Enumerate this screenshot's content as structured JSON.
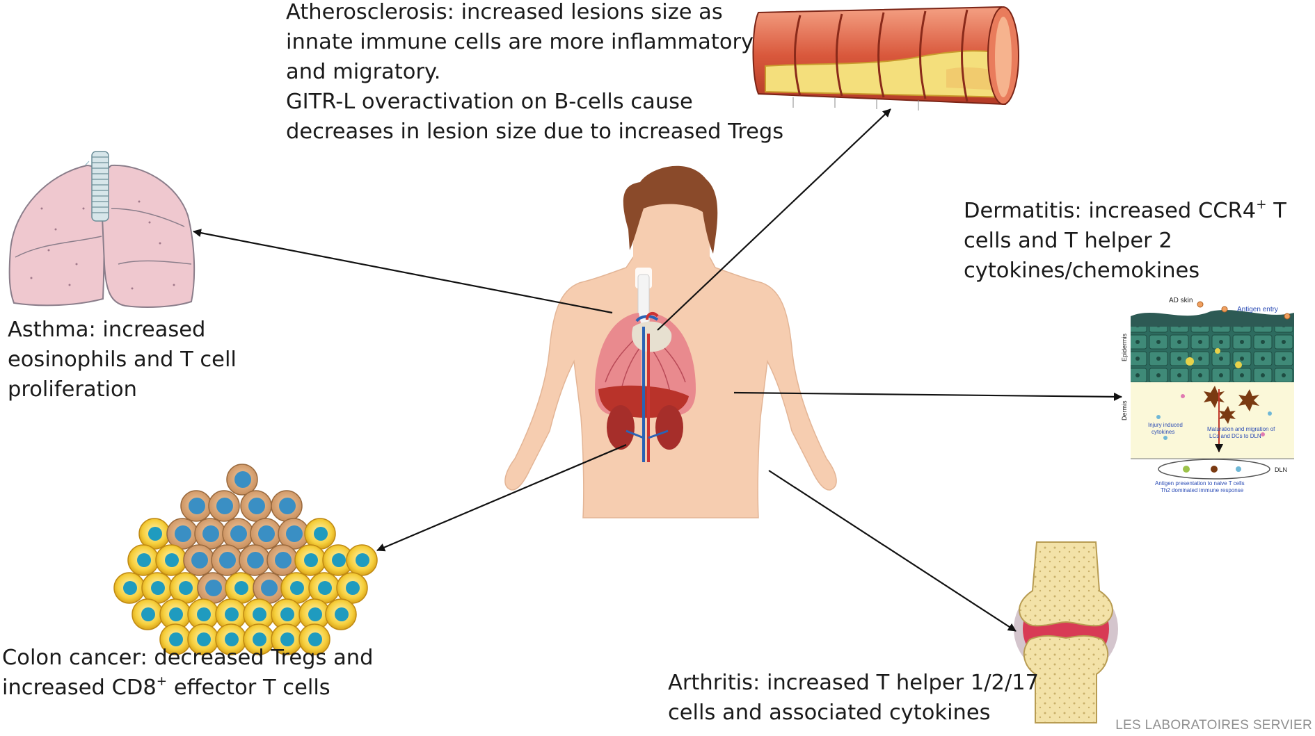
{
  "labels": {
    "atherosclerosis": [
      "Atherosclerosis: increased lesions size as",
      "innate immune cells are more inflammatory",
      "and migratory.",
      "GITR-L overactivation on B-cells cause",
      "decreases in lesion size due to increased Tregs"
    ],
    "asthma": [
      "Asthma: increased",
      "eosinophils and T cell",
      "proliferation"
    ],
    "dermatitis": {
      "line1_prefix": "Dermatitis: increased CCR4",
      "line1_sup": "+",
      "line1_suffix": " T",
      "line2": "cells and T helper 2",
      "line3": "cytokines/chemokines"
    },
    "colon_cancer": {
      "line1": "Colon cancer: decreased Tregs and",
      "line2_prefix": "increased CD8",
      "line2_sup": "+",
      "line2_suffix": " effector T cells"
    },
    "arthritis": [
      "Arthritis: increased T helper 1/2/17",
      "cells and associated cytokines"
    ]
  },
  "skin_panel": {
    "ad_skin": "AD skin",
    "antigen_entry": "Antigen entry",
    "epidermis": "Epidermis",
    "dermis": "Dermis",
    "injury_induced": "Injury induced",
    "cytokines": "cytokines",
    "maturation_line1": "Maturation and migration of",
    "maturation_line2": "LCs and DCs to DLN",
    "dln": "DLN",
    "antigen_presentation": "Antigen presentation to naive T cells",
    "th2_response": "Th2 dominated immune response"
  },
  "credit": "LES LABORATOIRES SERVIER",
  "colors": {
    "skin": "#f6cdb0",
    "hair": "#8a4a2a",
    "lung": "#e98a8e",
    "artery": "#d9583c",
    "plaque": "#f4df7c",
    "cell_yellow": "#f6cf3c",
    "cell_nucleus": "#1f9bbf",
    "bone": "#f3e2a8",
    "joint_red": "#d83a55",
    "arrow": "#111111"
  }
}
